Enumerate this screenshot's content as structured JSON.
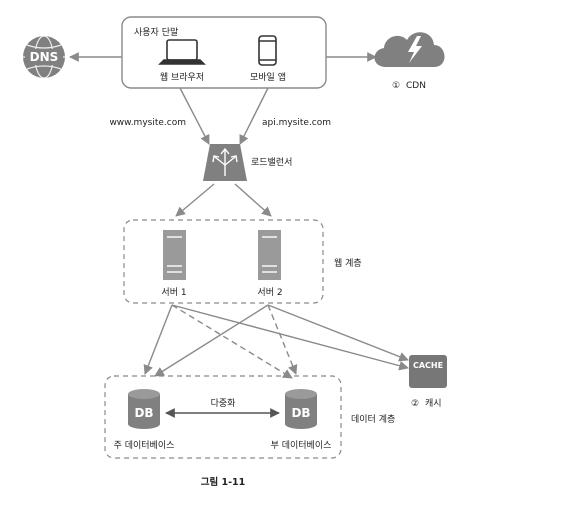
{
  "client_group": {
    "title": "사용자 단말",
    "web_browser": "웹 브라우저",
    "mobile_app": "모바일 앱"
  },
  "dns": {
    "label": "DNS"
  },
  "cdn": {
    "marker": "①",
    "label": "CDN"
  },
  "edges": {
    "web_domain": "www.mysite.com",
    "api_domain": "api.mysite.com"
  },
  "load_balancer": {
    "label": "로드밸런서"
  },
  "web_tier": {
    "label": "웹 계층",
    "servers": [
      {
        "label": "서버 1"
      },
      {
        "label": "서버 2"
      }
    ]
  },
  "cache": {
    "icon_text": "CACHE",
    "marker": "②",
    "label": "캐시"
  },
  "data_tier": {
    "label": "데이터 계층",
    "replication_label": "다중화",
    "master": {
      "icon_text": "DB",
      "label": "주 데이터베이스"
    },
    "slave": {
      "icon_text": "DB",
      "label": "부 데이터베이스"
    }
  },
  "caption": "그림 1-11",
  "colors": {
    "icon_gray": "#808080",
    "cache_dark": "#777777",
    "line_gray": "#8a8a8a",
    "text": "#222222"
  }
}
